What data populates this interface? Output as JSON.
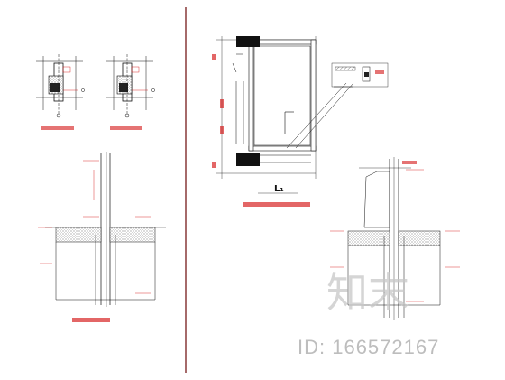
{
  "sheet": {
    "background": "#ffffff",
    "line_color": "#111111",
    "annotation_color": "#d00000",
    "hatch_color": "#444444",
    "divider_color": "#7f2a2a"
  },
  "views": [
    {
      "id": "section-detail-left-pair",
      "caption": "",
      "scale": ""
    },
    {
      "id": "wall-section-1",
      "caption": "",
      "scale": ""
    },
    {
      "id": "opening-plan",
      "caption": "",
      "scale": "",
      "dim_label": "L₁"
    },
    {
      "id": "wall-section-2",
      "caption": "",
      "scale": ""
    }
  ],
  "watermark": {
    "logo_text": "知末",
    "id_text": "ID: 166572167"
  }
}
